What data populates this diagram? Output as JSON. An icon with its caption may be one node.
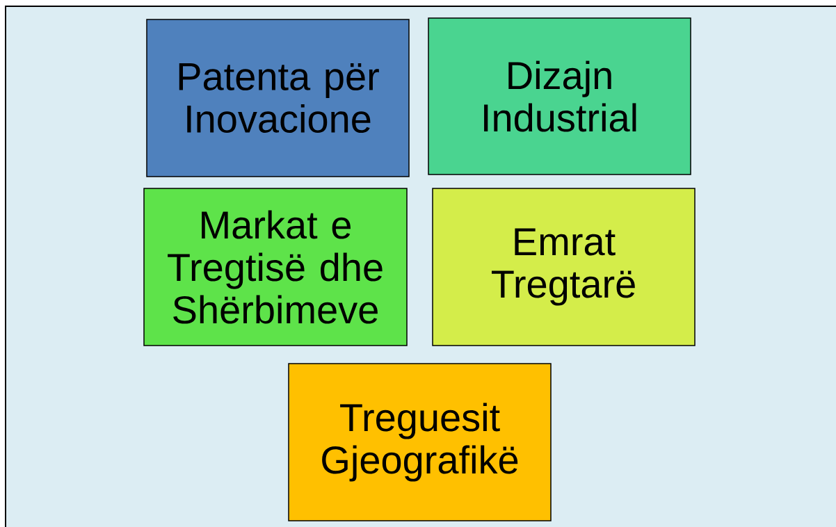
{
  "diagram": {
    "nodes": [
      {
        "text": [
          "Patenta për Inovacione"
        ]
      },
      {
        "text": [
          "Dizajn Industrial"
        ]
      },
      {
        "text": [
          "Markat e Tregtisë dhe Shërbimeve"
        ]
      },
      {
        "text": [
          "Emrat Tregtarë"
        ]
      },
      {
        "text": [
          "Treguesit Gjeografikë"
        ]
      }
    ]
  }
}
